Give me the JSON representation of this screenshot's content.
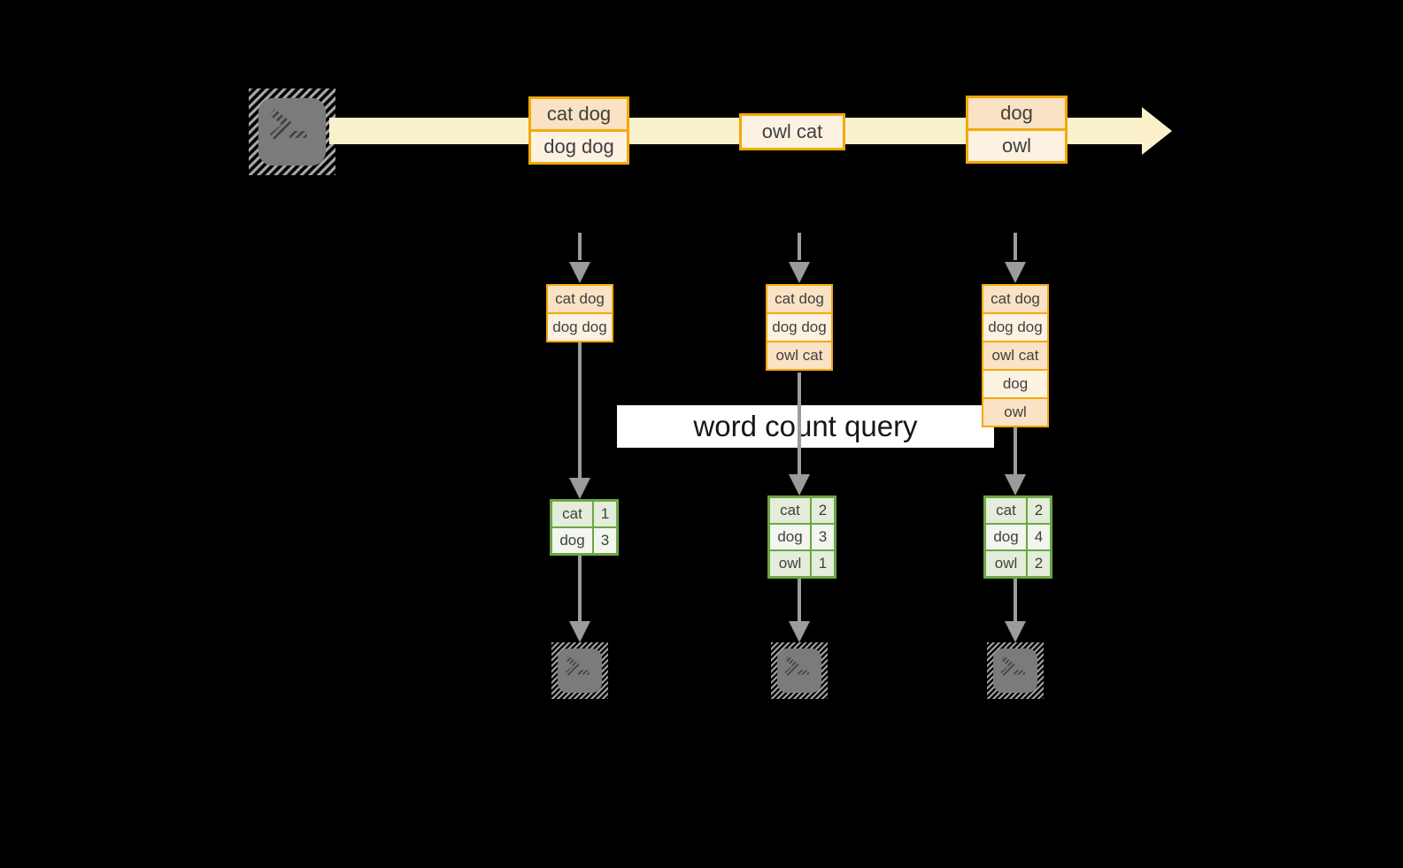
{
  "diagram": {
    "banner": {
      "label": "word count query"
    },
    "stream": {
      "event_groups": [
        {
          "rows": [
            "cat dog",
            "dog dog"
          ]
        },
        {
          "rows": [
            "owl cat"
          ]
        },
        {
          "rows": [
            "dog",
            "owl"
          ]
        }
      ]
    },
    "pipelines": [
      {
        "buffer": [
          "cat dog",
          "dog dog"
        ],
        "counts": [
          {
            "word": "cat",
            "count": 1
          },
          {
            "word": "dog",
            "count": 3
          }
        ]
      },
      {
        "buffer": [
          "cat dog",
          "dog dog",
          "owl cat"
        ],
        "counts": [
          {
            "word": "cat",
            "count": 2
          },
          {
            "word": "dog",
            "count": 3
          },
          {
            "word": "owl",
            "count": 1
          }
        ]
      },
      {
        "buffer": [
          "cat dog",
          "dog dog",
          "owl cat",
          "dog",
          "owl"
        ],
        "counts": [
          {
            "word": "cat",
            "count": 2
          },
          {
            "word": "dog",
            "count": 4
          },
          {
            "word": "owl",
            "count": 2
          }
        ]
      }
    ],
    "colors": {
      "background": "#000000",
      "stream_band": "#FAF1CC",
      "event_border": "#F4A80A",
      "event_fill_dark": "#FAE2C4",
      "event_fill_light": "#FDF2E2",
      "table_border": "#6CA646",
      "table_fill_dark": "#E3EDD9",
      "table_fill_light": "#F2F6EE",
      "arrow_gray": "#9B9B9B",
      "terminal_gray": "#7A7A7A",
      "banner_bg": "#FFFFFF",
      "text": "#404040"
    }
  }
}
